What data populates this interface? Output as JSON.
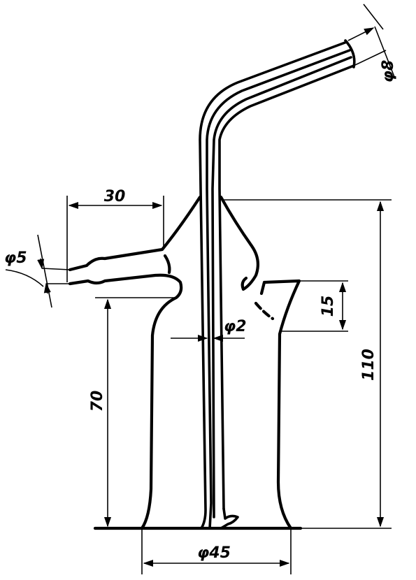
{
  "colors": {
    "line": "#000000",
    "background": "#ffffff"
  },
  "dimensions": {
    "top_tube": "φ8",
    "side_span": "30",
    "side_tube": "φ5",
    "inner_tube": "φ2",
    "opening_height": "15",
    "total_height": "110",
    "base_height": "70",
    "base_diameter": "φ45"
  }
}
